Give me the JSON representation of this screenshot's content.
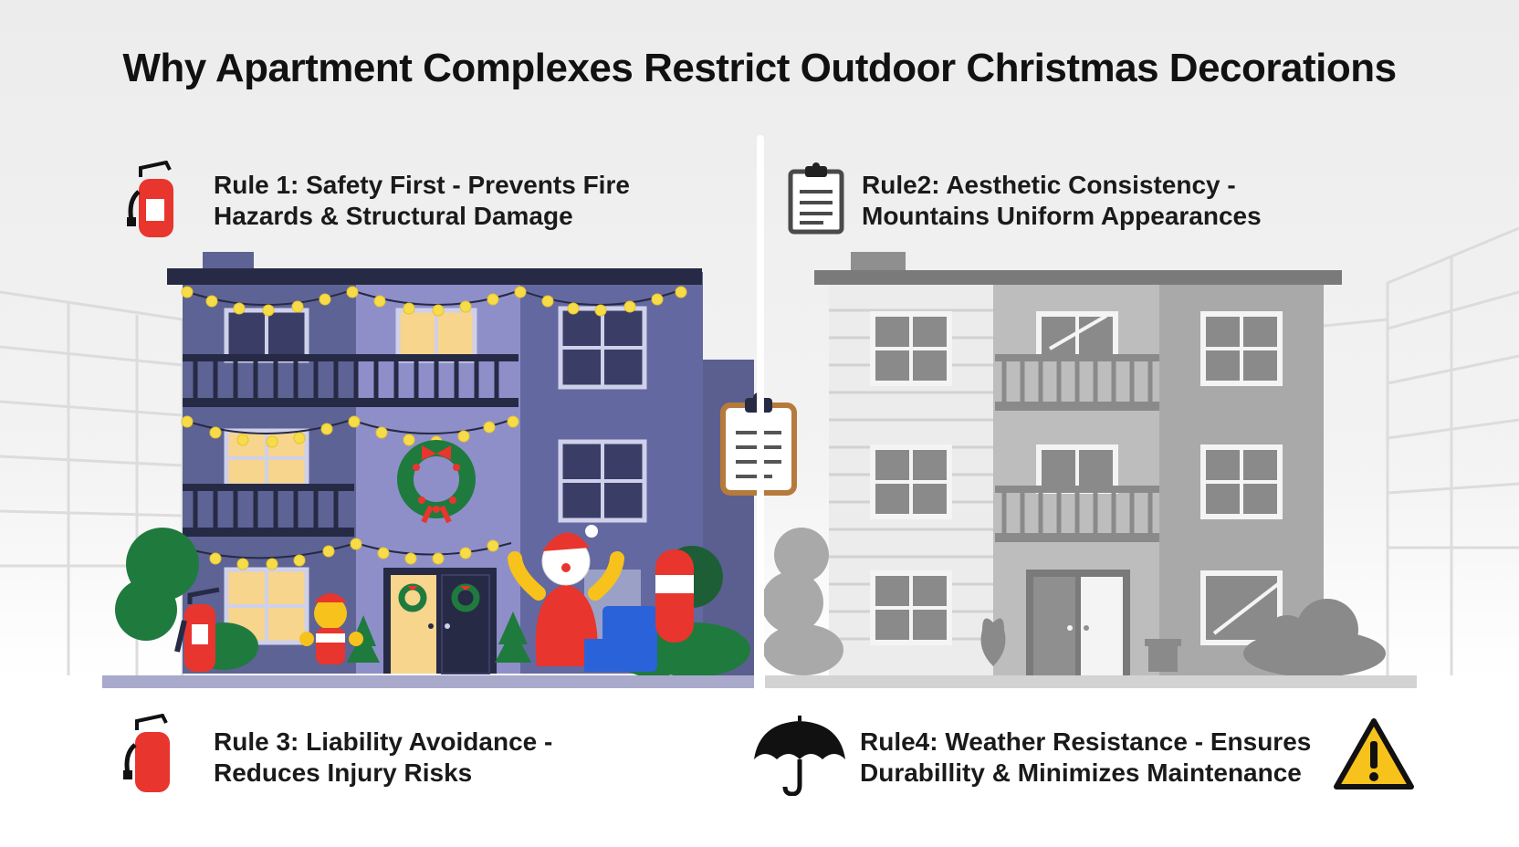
{
  "title": "Why Apartment Complexes Restrict Outdoor Christmas Decorations",
  "rules": [
    {
      "line1": "Rule 1: Safety First - Prevents Fire",
      "line2": "Hazards & Structural Damage",
      "icon": "fire-extinguisher-icon"
    },
    {
      "line1": "Rule2: Aesthetic Consistency -",
      "line2": "Mountains Uniform Appearances",
      "icon": "clipboard-icon"
    },
    {
      "line1": "Rule 3: Liability Avoidance -",
      "line2": "Reduces Injury Risks",
      "icon": "fire-extinguisher-icon"
    },
    {
      "line1": "Rule4: Weather Resistance - Ensures",
      "line2": "Durabillity & Minimizes Maintenance",
      "icon": "umbrella-icon"
    }
  ],
  "colors": {
    "decorated_building": "#5d6394",
    "decorated_building_light": "#8e8fc9",
    "plain_building": "#a9a9a9",
    "plain_building_light": "#e3e3e3",
    "lights": "#f7dc4a",
    "red": "#e8352d",
    "green": "#1f7a3e",
    "warning": "#f7c21b"
  }
}
